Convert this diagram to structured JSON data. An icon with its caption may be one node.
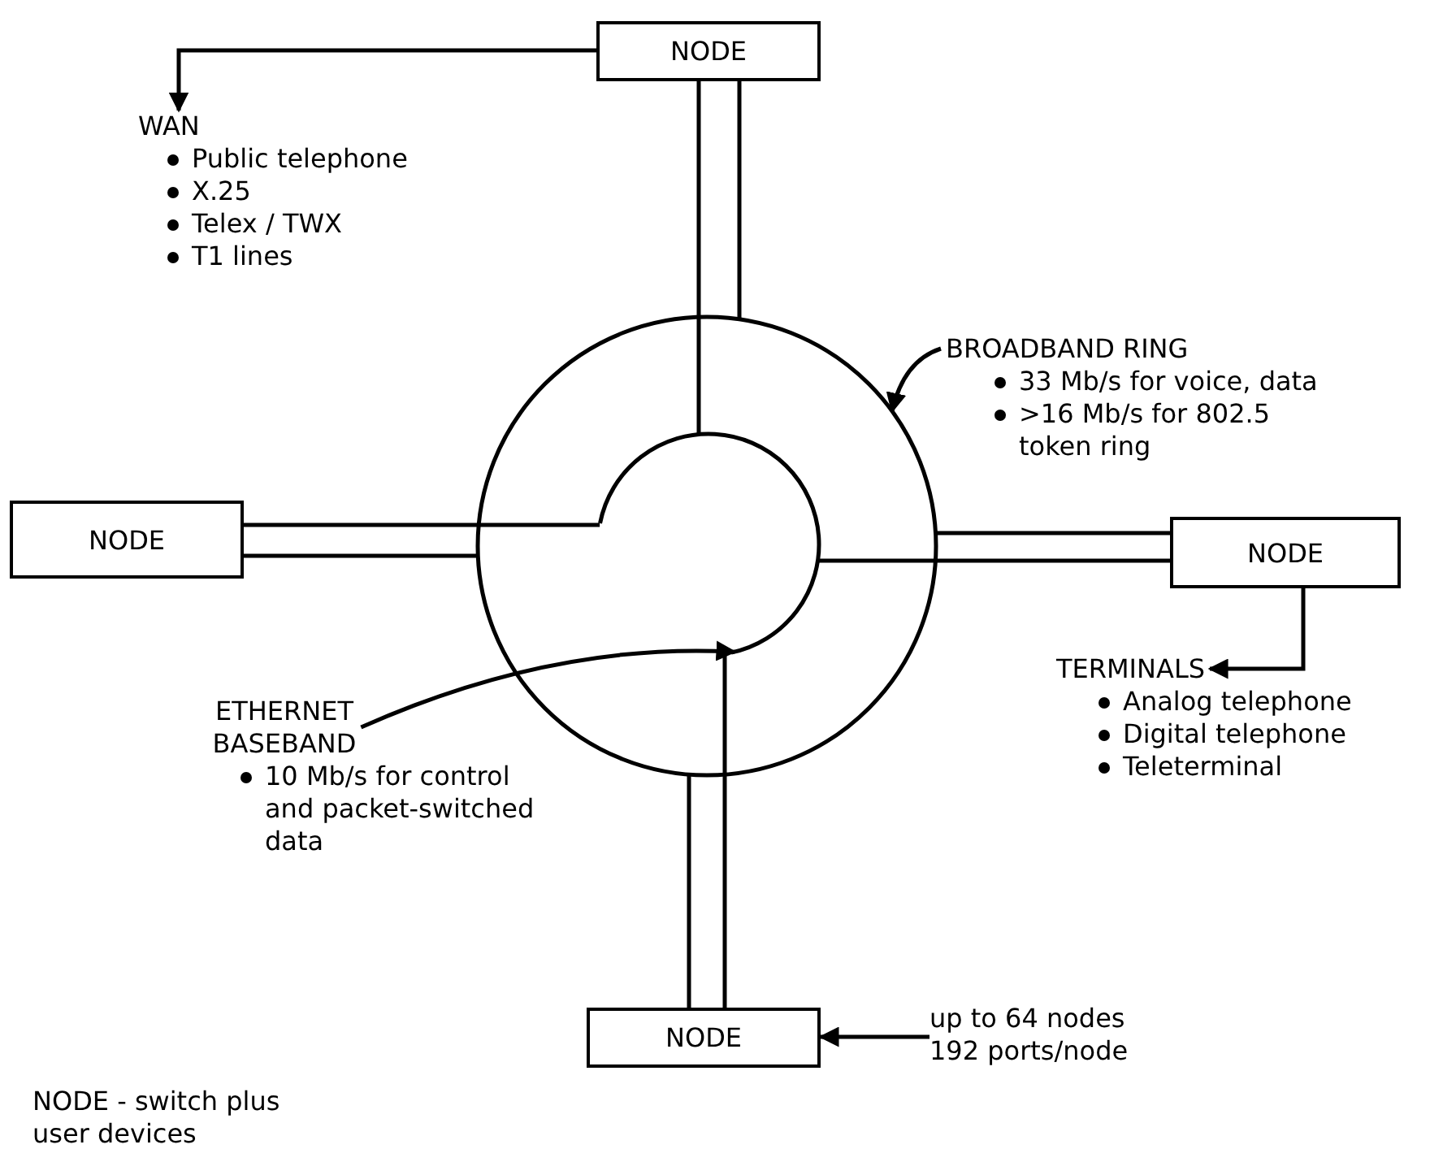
{
  "diagram": {
    "nodes": [
      {
        "text": [
          "NODE"
        ]
      },
      {
        "text": [
          "WAN",
          "Public telephone",
          "X.25",
          "Telex / TWX",
          "T1 lines"
        ]
      },
      {
        "text": [
          "BROADBAND RING",
          "33 Mb/s for voice, data",
          ">16 Mb/s for 802.5 token ring"
        ]
      },
      {
        "text": [],
        "shape": "circle"
      },
      {
        "text": [],
        "shape": "circle",
        "in": 3
      },
      {
        "text": [
          "NODE"
        ]
      },
      {
        "text": [
          "NODE"
        ]
      },
      {
        "text": [
          "TERMINALS",
          "Analog telephone",
          "Digital telephone",
          "Teleterminal"
        ]
      },
      {
        "text": [
          "ETHERNET BASEBAND",
          "10 Mb/s for control and packet-switched data"
        ]
      },
      {
        "text": [
          "NODE"
        ]
      },
      {
        "text": [
          "up to 64 nodes 192 ports/node"
        ]
      }
    ],
    "edges": [
      {
        "from": 0,
        "to": 1,
        "arrow": "to"
      },
      {
        "from": 2,
        "to": 3,
        "arrow": "to"
      },
      {
        "from": 0,
        "to": 3,
        "arrow": "none"
      },
      {
        "from": 0,
        "to": 4,
        "arrow": "none"
      },
      {
        "from": 5,
        "to": 3,
        "arrow": "none"
      },
      {
        "from": 5,
        "to": 4,
        "arrow": "none"
      },
      {
        "from": 6,
        "to": 3,
        "arrow": "none"
      },
      {
        "from": 6,
        "to": 4,
        "arrow": "none"
      },
      {
        "from": 6,
        "to": 7,
        "arrow": "to"
      },
      {
        "from": 8,
        "to": 4,
        "arrow": "to"
      },
      {
        "from": 9,
        "to": 3,
        "arrow": "none"
      },
      {
        "from": 9,
        "to": 4,
        "arrow": "none"
      },
      {
        "from": 10,
        "to": 9,
        "arrow": "to"
      }
    ],
    "labels": [
      "NODE - switch plus user devices"
    ]
  }
}
